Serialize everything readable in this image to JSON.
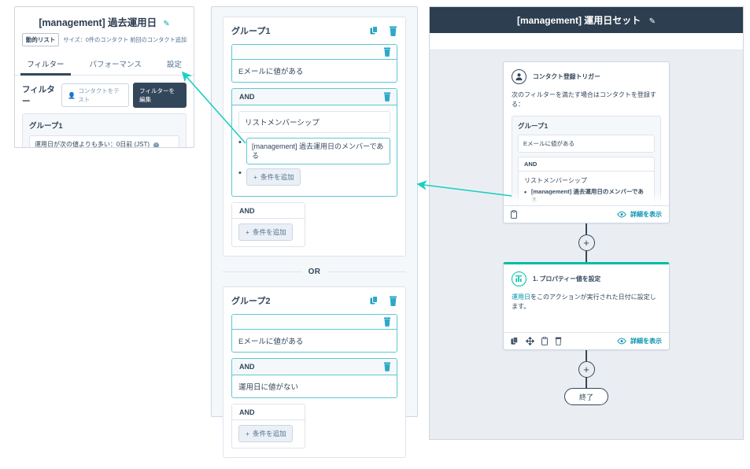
{
  "list_panel": {
    "title": "[management] 過去運用日",
    "edit_icon": "pencil-icon",
    "badge_dynamic": "動的リスト",
    "meta_size": "サイズ：0件のコンタクト  前回のコンタクト追加",
    "tabs": [
      {
        "label": "フィルター",
        "active": true
      },
      {
        "label": "パフォーマンス",
        "active": false
      },
      {
        "label": "設定",
        "active": false
      }
    ],
    "filter_label": "フィルター",
    "test_button": "コンタクトをテスト",
    "edit_button": "フィルターを編集",
    "group": {
      "title": "グループ1",
      "condition": "運用日が次の値よりも多い：0日前 (JST)"
    }
  },
  "filter_editor": {
    "group1": {
      "title": "グループ1",
      "copy_icon": "copy-icon",
      "delete_icon": "trash-icon",
      "field1": "Eメールに値がある",
      "and_label": "AND",
      "sub_field": "リストメンバーシップ",
      "membership_value": "[management] 過去運用日のメンバーである",
      "add_condition": "条件を追加",
      "trailing_and": "AND",
      "trailing_add": "条件を追加"
    },
    "or_label": "OR",
    "group2": {
      "title": "グループ2",
      "copy_icon": "copy-icon",
      "delete_icon": "trash-icon",
      "field1": "Eメールに値がある",
      "and_label": "AND",
      "and_value": "運用日に値がない",
      "trailing_and": "AND",
      "trailing_add": "条件を追加"
    }
  },
  "workflow": {
    "title": "[management] 運用日セット",
    "edit_icon": "pencil-icon",
    "trigger": {
      "icon": "contact-person-icon",
      "label": "コンタクト登録トリガー",
      "description": "次のフィルターを満たす場合はコンタクトを登録する：",
      "group_title": "グループ1",
      "field1": "Eメールに値がある",
      "and_label": "AND",
      "sub_field": "リストメンバーシップ",
      "membership_value": "[management] 過去運用日のメンバーである",
      "footer_copy_icon": "clipboard-icon",
      "footer_view_icon": "eye-icon",
      "footer_view_label": "詳細を表示"
    },
    "action": {
      "icon": "property-set-icon",
      "label": "1. プロパティー値を設定",
      "description_highlight": "運用日",
      "description_rest": "をこのアクションが実行された日付に設定します。",
      "footer_icons": [
        "copy-icon",
        "move-icon",
        "clipboard-icon",
        "trash-icon"
      ],
      "footer_view_icon": "eye-icon",
      "footer_view_label": "詳細を表示"
    },
    "plus_label": "+",
    "end_label": "終了"
  },
  "colors": {
    "accent_teal": "#1ecfc0",
    "brand_navy": "#2d3e50",
    "link_blue": "#0091ae",
    "green": "#00bda5",
    "canvas_bg": "#eaeef3"
  }
}
